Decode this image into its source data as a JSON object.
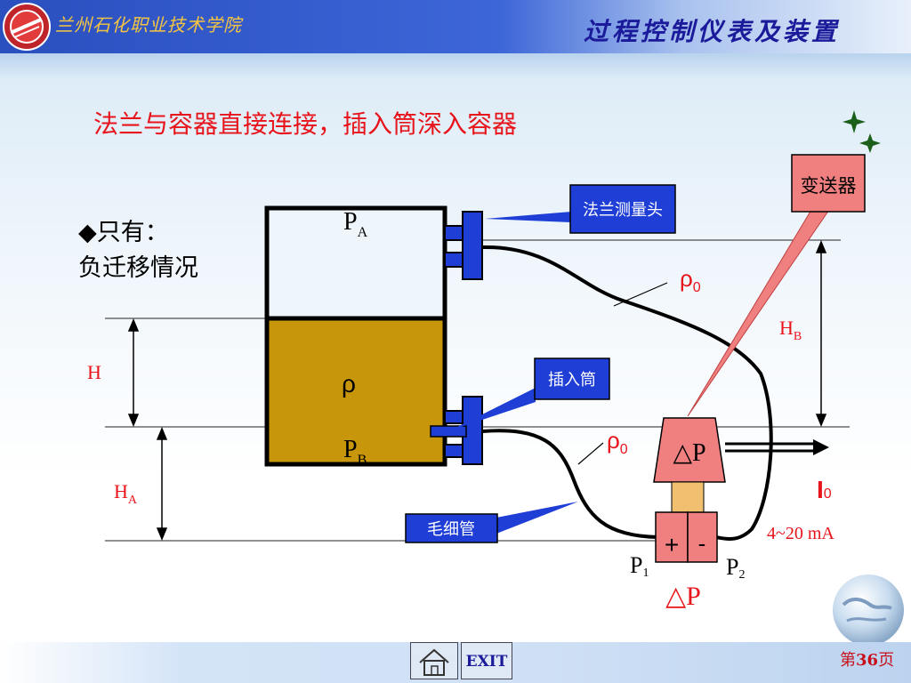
{
  "header": {
    "school": "兰州石化职业技术学院",
    "course": "过程控制仪表及装置"
  },
  "slide": {
    "title": "法兰与容器直接连接，插入筒深入容器"
  },
  "note": {
    "line1": "◆只有：",
    "line2": "负迁移情况"
  },
  "diagram": {
    "pa": "P",
    "pa_sub": "A",
    "pb": "P",
    "pb_sub": "B",
    "rho": "ρ",
    "rho0_top": "ρ",
    "rho0_top_sub": "0",
    "rho0_bottom": "ρ",
    "rho0_bottom_sub": "0",
    "h": "H",
    "ha": "H",
    "ha_sub": "A",
    "hb": "H",
    "hb_sub": "B",
    "flange_head": "法兰测量头",
    "insert_tube": "插入筒",
    "capillary": "毛细管",
    "transmitter": "变送器",
    "dp_box": "△P",
    "plus": "+",
    "minus": "-",
    "p1": "P",
    "p1_sub": "1",
    "p2": "P",
    "p2_sub": "2",
    "dp_bottom": "△P",
    "output": "I",
    "output_sub": "0",
    "range": "4~20 mA"
  },
  "footer": {
    "exit": "EXIT",
    "page_prefix": "第",
    "page_number": "36",
    "page_suffix": "页"
  },
  "colors": {
    "liquid": "#c8960a",
    "callout": "#1f3ed6",
    "transmitter": "#f08080",
    "title": "#e8141b"
  }
}
